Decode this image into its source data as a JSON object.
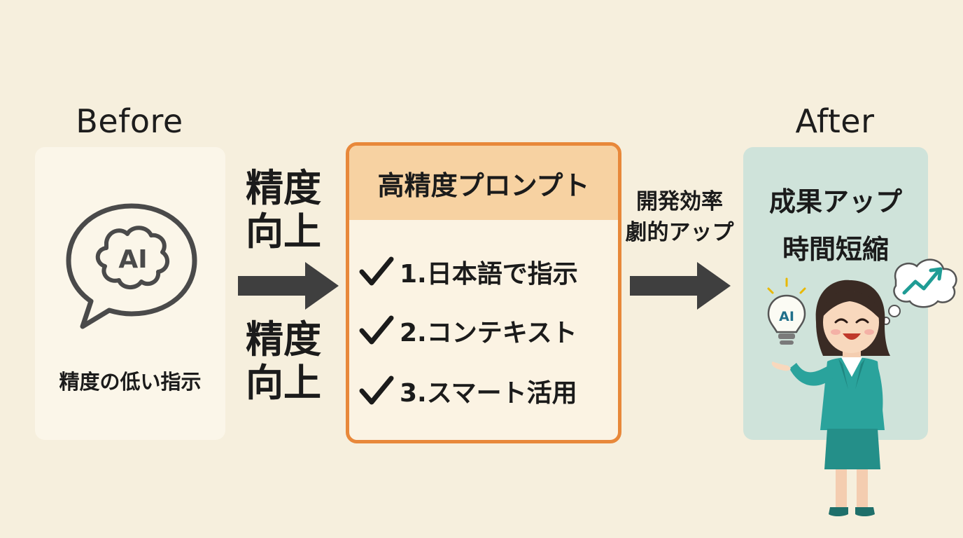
{
  "before": {
    "heading": "Before",
    "ai_label": "AI",
    "caption": "精度の低い指示"
  },
  "middle": {
    "label_top": [
      "精度",
      "向上"
    ],
    "label_bottom": [
      "精度",
      "向上"
    ]
  },
  "center": {
    "title": "高精度プロンプト",
    "items": [
      "1.日本語で指示",
      "2.コンテキスト",
      "3.スマート活用"
    ]
  },
  "efficiency": {
    "lines": [
      "開発効率",
      "劇的アップ"
    ]
  },
  "after": {
    "heading": "After",
    "title_lines": [
      "成果アップ",
      "時間短縮"
    ],
    "bulb_label": "AI"
  },
  "colors": {
    "background": "#f6efdd",
    "accent_orange": "#e8883a",
    "header_orange": "#f7d2a2",
    "after_panel": "#cfe3da",
    "suit_teal": "#2aa39c",
    "arrow": "#3f3f3f"
  }
}
